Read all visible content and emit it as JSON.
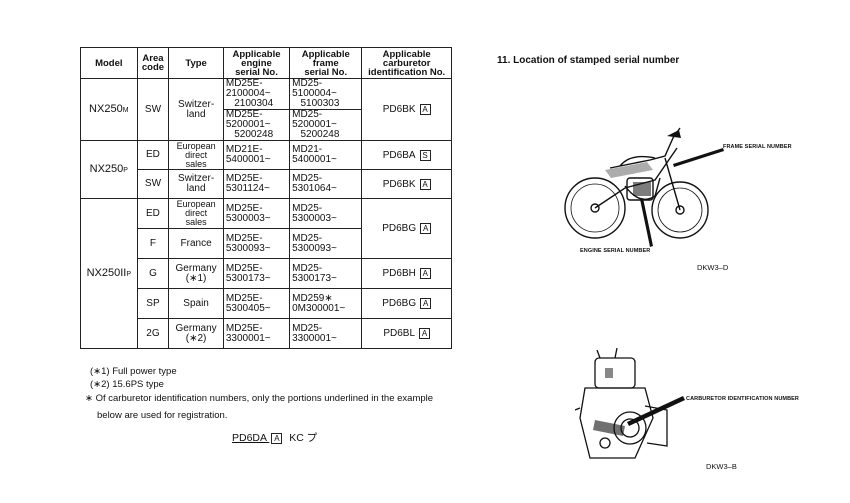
{
  "table": {
    "headers": {
      "model": "Model",
      "area": [
        "Area",
        "code"
      ],
      "type": "Type",
      "engine": [
        "Applicable",
        "engine",
        "serial No."
      ],
      "frame": [
        "Applicable",
        "frame",
        "serial No."
      ],
      "carb": [
        "Applicable",
        "carburetor",
        "identification No."
      ]
    },
    "models": {
      "nx250m": {
        "base": "NX250",
        "suffix": "M"
      },
      "nx250p": {
        "base": "NX250",
        "suffix": "P"
      },
      "nx250iip": {
        "base": "NX250II",
        "suffix": "P"
      }
    },
    "rows": [
      {
        "area": "SW",
        "type": [
          "Switzer-",
          "land"
        ],
        "engine": [
          "MD25E-",
          "2100004~",
          "2100304"
        ],
        "frame": [
          "MD25-",
          "5100004~",
          "5100303"
        ],
        "carb": "PD6BK",
        "carb_code": "A"
      },
      {
        "engine": [
          "MD25E-",
          "5200001~",
          "5200248"
        ],
        "frame": [
          "MD25-",
          "5200001~",
          "5200248"
        ]
      },
      {
        "area": "ED",
        "type": [
          "European",
          "direct",
          "sales"
        ],
        "engine": [
          "MD21E-",
          "5400001~"
        ],
        "frame": [
          "MD21-",
          "5400001~"
        ],
        "carb": "PD6BA",
        "carb_code": "S"
      },
      {
        "area": "SW",
        "type": [
          "Switzer-",
          "land"
        ],
        "engine": [
          "MD25E-",
          "5301124~"
        ],
        "frame": [
          "MD25-",
          "5301064~"
        ],
        "carb": "PD6BK",
        "carb_code": "A"
      },
      {
        "area": "ED",
        "type": [
          "European",
          "direct",
          "sales"
        ],
        "engine": [
          "MD25E-",
          "5300003~"
        ],
        "frame": [
          "MD25-",
          "5300003~"
        ],
        "carb": "PD6BG",
        "carb_code": "A"
      },
      {
        "area": "F",
        "type": [
          "France"
        ],
        "engine": [
          "MD25E-",
          "5300093~"
        ],
        "frame": [
          "MD25-",
          "5300093~"
        ]
      },
      {
        "area": "G",
        "type": [
          "Germany",
          "(∗1)"
        ],
        "engine": [
          "MD25E-",
          "5300173~"
        ],
        "frame": [
          "MD25-",
          "5300173~"
        ],
        "carb": "PD6BH",
        "carb_code": "A"
      },
      {
        "area": "SP",
        "type": [
          "Spain"
        ],
        "engine": [
          "MD25E-",
          "5300405~"
        ],
        "frame": [
          "MD259∗",
          "0M300001~"
        ],
        "carb": "PD6BG",
        "carb_code": "A"
      },
      {
        "area": "2G",
        "type": [
          "Germany",
          "(∗2)"
        ],
        "engine": [
          "MD25E-",
          "3300001~"
        ],
        "frame": [
          "MD25-",
          "3300001~"
        ],
        "carb": "PD6BL",
        "carb_code": "A"
      }
    ]
  },
  "notes": {
    "n1": "(∗1) Full power type",
    "n2": "(∗2) 15.6PS type",
    "star": "∗  Of carburetor identification numbers, only the portions underlined in the example",
    "star2": "below are used for registration.",
    "example_code": "PD6DA",
    "example_box": "A",
    "example_rest": "KC プ"
  },
  "right": {
    "heading": "11.  Location of stamped serial number",
    "frame_label": "FRAME SERIAL NUMBER",
    "engine_label": "ENGINE SERIAL NUMBER",
    "fig1_caption": "DKW3–D",
    "carb_label": "CARBURETOR IDENTIFICATION NUMBER",
    "fig2_caption": "DKW3–B"
  }
}
